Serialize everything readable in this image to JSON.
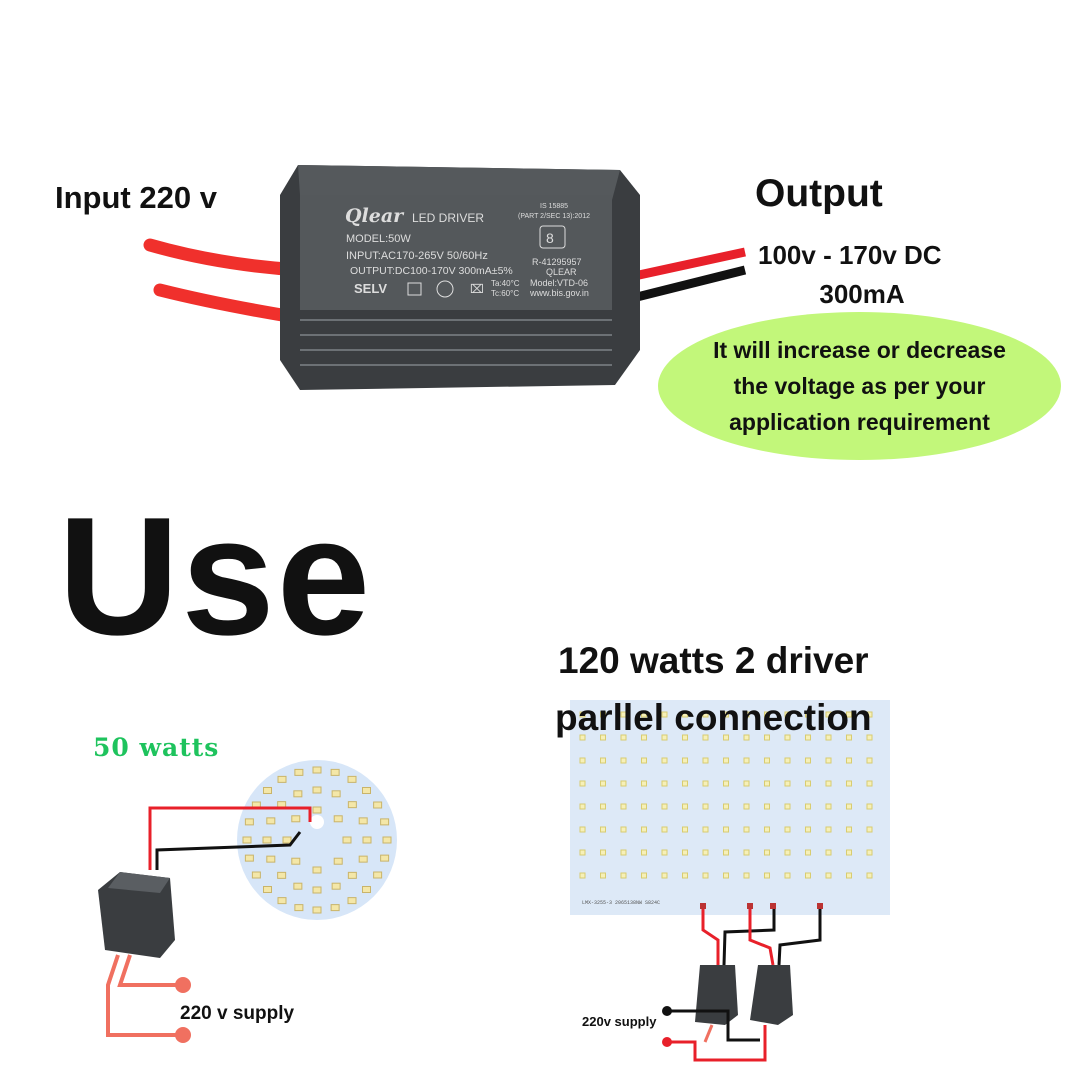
{
  "top": {
    "input_label": "Input 220 v",
    "output_label": "Output",
    "output_voltage": "100v - 170v DC",
    "output_current": "300mA",
    "bubble_lines": [
      "It will increase or decrease",
      "the voltage as per your",
      "application requirement"
    ]
  },
  "driver_label": {
    "brand": "Qlear",
    "product": "LED DRIVER",
    "model": "MODEL:50W",
    "input": "INPUT:AC170-265V 50/60Hz",
    "output": "OUTPUT:DC100-170V 300mA±5%",
    "selv": "SELV",
    "standard": "IS 15885",
    "standard_part": "(PART 2/SEC 13):2012",
    "reg": "R-41295957",
    "reg_name": "QLEAR",
    "model_code": "Model:VTD-06",
    "website": "www.bis.gov.in",
    "ta": "Ta:40°C",
    "tc": "Tc:60°C"
  },
  "usage": {
    "title": "Use",
    "left": {
      "title": "50  watts",
      "supply_label": "220 v supply"
    },
    "right": {
      "title_line1": "120 watts  2 driver",
      "title_line2": "parllel connection",
      "supply_label": "220v supply",
      "board_code": "LMX-3255-3  2065138NW  S824C"
    }
  },
  "colors": {
    "bubble": "#c2f77a",
    "wire_red": "#f0302c",
    "wire_salmon": "#f07060",
    "green_title": "#1ec35d",
    "board": "#dde9f7"
  }
}
